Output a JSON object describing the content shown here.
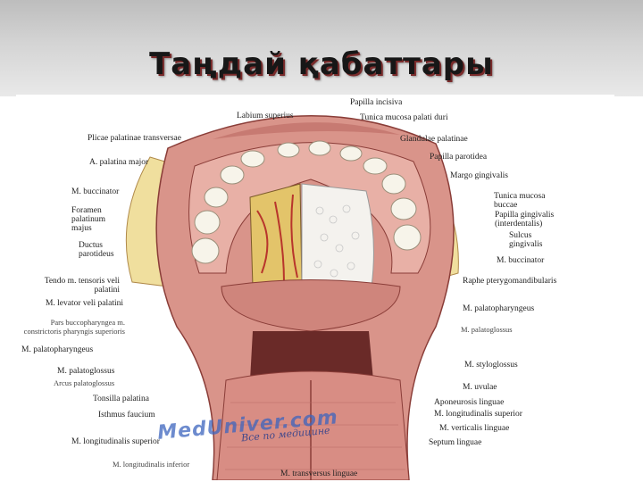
{
  "slide": {
    "title": "Таңдай қабаттары"
  },
  "figure": {
    "watermark": "MedUniver.com",
    "watermark_sub": "Все по медицине",
    "labels_left": [
      "Plicae palatinae transversae",
      "A. palatina major",
      "M. buccinator",
      "Foramen palatinum majus",
      "Ductus parotideus",
      "Tendo m. tensoris veli palatini",
      "M. levator veli palatini",
      "Pars buccopharyngea m. constrictoris pharyngis superioris",
      "M. palatopharyngeus",
      "M. palatoglossus",
      "Arcus palatoglossus",
      "Tonsilla palatina",
      "Isthmus faucium",
      "M. longitudinalis superior",
      "M. longitudinalis inferior"
    ],
    "labels_top": [
      "Papilla incisiva",
      "Labium superius",
      "Tunica mucosa palati duri"
    ],
    "labels_right": [
      "Glandulae palatinae",
      "Papilla parotidea",
      "Margo gingivalis",
      "Tunica mucosa buccae",
      "Papilla gingivalis (interdentalis)",
      "Sulcus gingivalis",
      "M. buccinator",
      "Raphe pterygomandibularis",
      "M. palatopharyngeus",
      "M. palatoglossus",
      "M. styloglossus",
      "M. uvulae",
      "Aponeurosis linguae",
      "M. longitudinalis superior",
      "M. verticalis linguae",
      "Septum linguae"
    ],
    "labels_bottom": [
      "M. transversus linguae"
    ],
    "colors": {
      "tissue": "#d9948a",
      "mucosa": "#e8b0a6",
      "fat": "#f0df9e",
      "teeth": "#f7f4ea",
      "gland": "#f4f2ee",
      "shadow": "#8a3d38"
    }
  }
}
